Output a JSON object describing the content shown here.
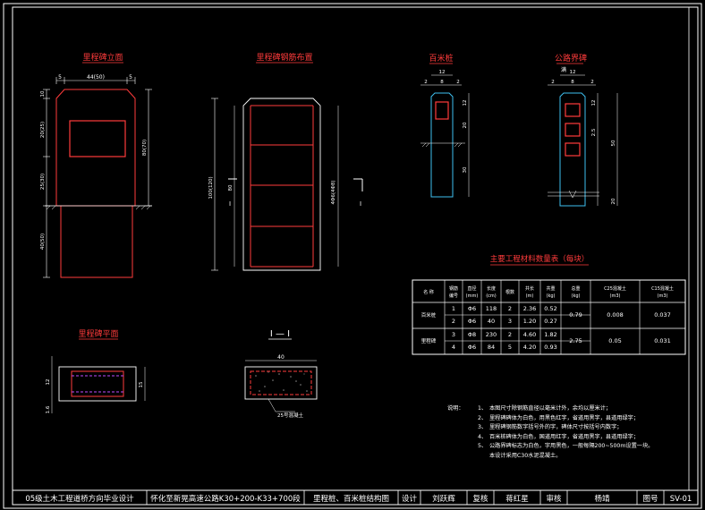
{
  "drawing": {
    "views": {
      "milestone_elevation": "里程碑立面",
      "milestone_rebar": "里程碑钢筋布置",
      "hundred_meter_post": "百米桩",
      "km_post": "公路界碑",
      "milestone_plan": "里程碑平面",
      "section_label": "I — I",
      "section_mark": "I"
    },
    "dims": {
      "elev_top": "44(50)",
      "elev_side_a": "5",
      "elev_side_b": "5",
      "elev_left_1": "10",
      "elev_left_2": "20(25)",
      "elev_left_3": "25(30)",
      "elev_left_4": "40(50)",
      "elev_right_1": "80(70)",
      "rebar_height": "100(120)",
      "rebar_inner": "4Φ6(4Φ8)",
      "rebar_mid": "80",
      "hm_top": "12",
      "hm_top_a": "2",
      "hm_top_b": "8",
      "hm_top_c": "2",
      "hm_r1": "12",
      "hm_r2": "20",
      "hm_r3": "30",
      "km_top": "12",
      "km_top_a": "2",
      "km_top_b": "8",
      "km_top_c": "2",
      "km_r1": "12",
      "km_r2": "2.5",
      "km_r3": "50",
      "km_r4": "20",
      "km_note": "满",
      "plan_left_a": "12",
      "plan_left_b": "1.6",
      "plan_right": "15",
      "sec_width": "40",
      "sec_note": "25号混凝土"
    },
    "table": {
      "title": "主要工程材料数量表（每块）",
      "headers": [
        "名 称",
        "钢筋编号",
        "直径(mm)",
        "长度(cm)",
        "根数",
        "共长(m)",
        "共重(kg)",
        "总重(kg)",
        "C25混凝土(m3)",
        "C15混凝土(m3)"
      ],
      "groups": [
        {
          "name": "百米桩",
          "total": "0.79",
          "c25": "0.008",
          "c15": "0.037",
          "rows": [
            [
              "1",
              "Φ6",
              "118",
              "2",
              "2.36",
              "0.52"
            ],
            [
              "2",
              "Φ6",
              "40",
              "3",
              "1.20",
              "0.27"
            ]
          ]
        },
        {
          "name": "里程碑",
          "total": "2.75",
          "c25": "0.05",
          "c15": "0.031",
          "rows": [
            [
              "3",
              "Φ8",
              "230",
              "2",
              "4.60",
              "1.82"
            ],
            [
              "4",
              "Φ6",
              "84",
              "5",
              "4.20",
              "0.93"
            ]
          ]
        }
      ]
    },
    "notes": {
      "label": "说明：",
      "items": [
        "本图尺寸除钢筋直径以毫米计外，余均以厘米计；",
        "里程碑碑体为白色，用黑色红字，省道用黑字，县道用绿字；",
        "里程碑钢筋数字括号外的字，碑体尺寸按括号内数字；",
        "百米桩碑体为白色，国道用红字，省道用黑字，县道用绿字；",
        "公路界碑标志为白色，字用黑色，一般每隔200~500m设置一块。"
      ],
      "extra": "本设计采用C30水泥混凝土。"
    },
    "title_block": {
      "school": "05级土木工程道桥方向毕业设计",
      "project": "怀化至新晃高速公路K30+200-K33+700段",
      "drawing": "里程桩、百米桩结构图",
      "design_label": "设计",
      "designer": "刘跃辉",
      "review_label": "复核",
      "reviewer": "蒋红星",
      "audit_label": "审核",
      "scale_label": "杨靖",
      "sheet_label": "图号",
      "sheet_no": "SV-01"
    }
  }
}
